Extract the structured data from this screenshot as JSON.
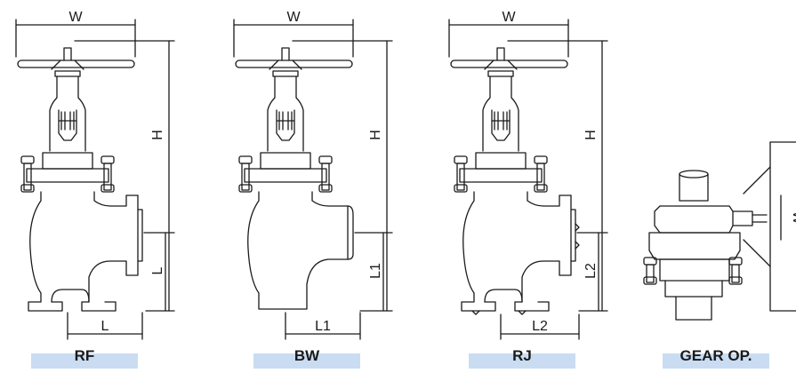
{
  "figures": [
    {
      "caption": "RF",
      "dims": {
        "top": "W",
        "height": "H",
        "side": "L",
        "bottom": "L"
      }
    },
    {
      "caption": "BW",
      "dims": {
        "top": "W",
        "height": "H",
        "side": "L1",
        "bottom": "L1"
      }
    },
    {
      "caption": "RJ",
      "dims": {
        "top": "W",
        "height": "H",
        "side": "L2",
        "bottom": "L2"
      }
    },
    {
      "caption": "GEAR OP.",
      "dims": {
        "side": "W"
      }
    }
  ],
  "colors": {
    "line": "#1a1a1a",
    "caption_bar": "#c9dcf2",
    "background": "#ffffff"
  }
}
